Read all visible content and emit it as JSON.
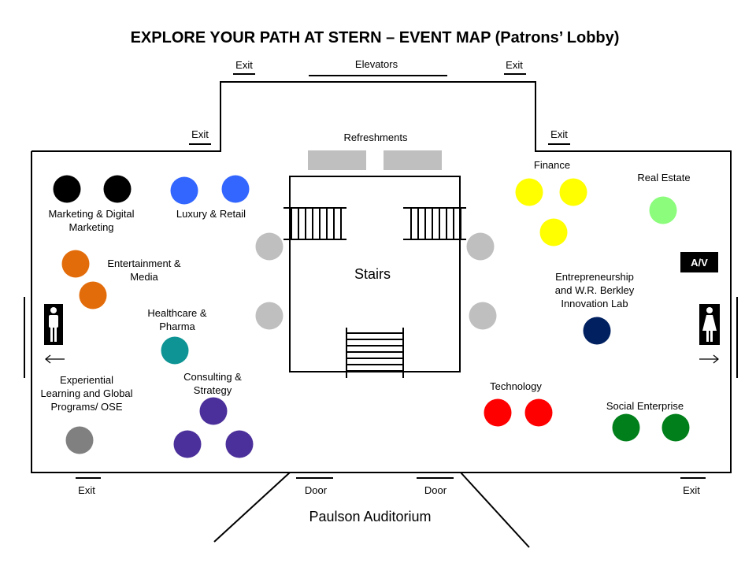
{
  "title": "EXPLORE YOUR PATH AT STERN – EVENT MAP (Patrons’ Lobby)",
  "labels": {
    "exit": "Exit",
    "elevators": "Elevators",
    "refreshments": "Refreshments",
    "stairs": "Stairs",
    "door": "Door",
    "auditorium": "Paulson Auditorium",
    "av": "A/V"
  },
  "areas": {
    "marketing": [
      "Marketing & Digital",
      "Marketing"
    ],
    "luxury": "Luxury & Retail",
    "entertainment": [
      "Entertainment &",
      "Media"
    ],
    "healthcare": [
      "Healthcare &",
      "Pharma"
    ],
    "experiential": [
      "Experiential",
      "Learning and Global",
      "Programs/ OSE"
    ],
    "consulting": [
      "Consulting &",
      "Strategy"
    ],
    "finance": "Finance",
    "realestate": "Real Estate",
    "entrepreneurship": [
      "Entrepreneurship",
      "and W.R. Berkley",
      "Innovation Lab"
    ],
    "technology": "Technology",
    "social": "Social Enterprise"
  },
  "colors": {
    "marketing": "#000000",
    "luxury": "#3366ff",
    "entertainment": "#e36c0a",
    "healthcare": "#0e9494",
    "experiential": "#808080",
    "consulting": "#4b2f9a",
    "neutral": "#bfbfbf",
    "finance": "#ffff00",
    "realestate": "#8cfc7c",
    "entrepreneurship": "#002060",
    "technology": "#ff0000",
    "social": "#007f1a"
  }
}
